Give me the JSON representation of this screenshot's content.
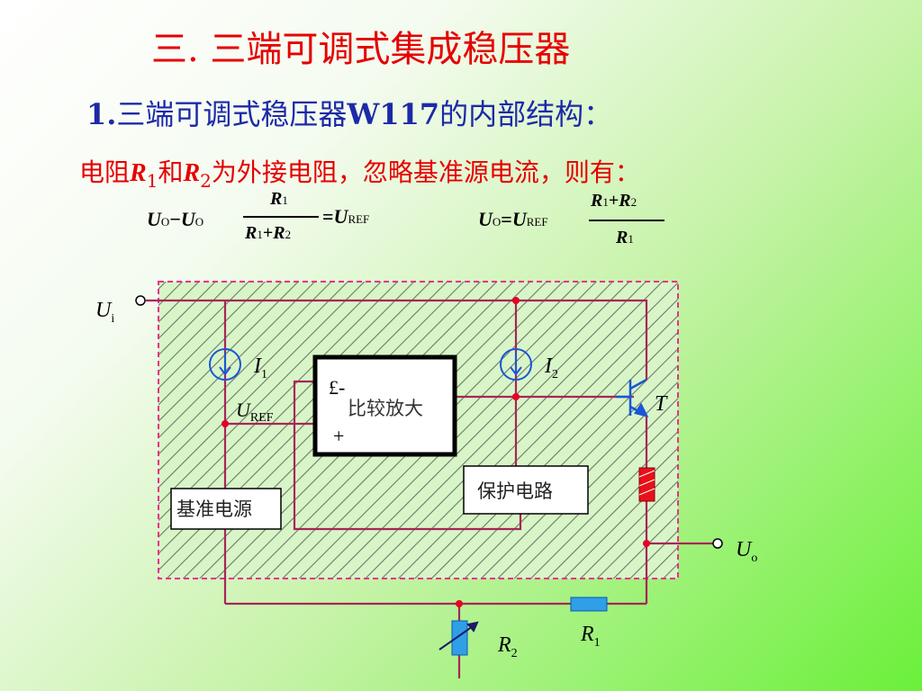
{
  "title": "三. 三端可调式集成稳压器",
  "subtitle": {
    "num": "1.",
    "pre": "三端可调式稳压器",
    "model": "W117",
    "post": "的内部结构："
  },
  "desc": {
    "a": "电阻",
    "r": "R",
    "s1": "1",
    "b": "和",
    "s2": "2",
    "c": "为外接电阻，忽略基准源电流，则有："
  },
  "equations": {
    "eq1": {
      "U": "U",
      "O": "O",
      "minus": "−",
      "R": "R",
      "one": "1",
      "two": "2",
      "plus": "+",
      "equals": "=",
      "REF": "REF"
    },
    "eq2": {
      "U": "U",
      "O": "O",
      "equals": "=",
      "R": "R",
      "one": "1",
      "two": "2",
      "plus": "+",
      "REF": "REF"
    }
  },
  "diagram": {
    "input_label": {
      "U": "U",
      "sub": "i"
    },
    "output_label": {
      "U": "U",
      "sub": "o"
    },
    "i1": {
      "I": "I",
      "sub": "1"
    },
    "i2": {
      "I": "I",
      "sub": "2"
    },
    "uref": {
      "U": "U",
      "sub": "REF"
    },
    "transistor": "T",
    "r1": {
      "R": "R",
      "sub": "1"
    },
    "r2": {
      "R": "R",
      "sub": "2"
    },
    "amp_label": "比较放大",
    "amp_minus": "£-",
    "amp_plus": "+",
    "ref_source": "基准电源",
    "protection": "保护电路",
    "colors": {
      "wire": "#a8255a",
      "hatch_border": "#e8308c",
      "resistor_red": "#e8111a",
      "resistor_blue": "#2f9fe8",
      "source_blue": "#1a56d6",
      "dot": "#e60024"
    }
  }
}
